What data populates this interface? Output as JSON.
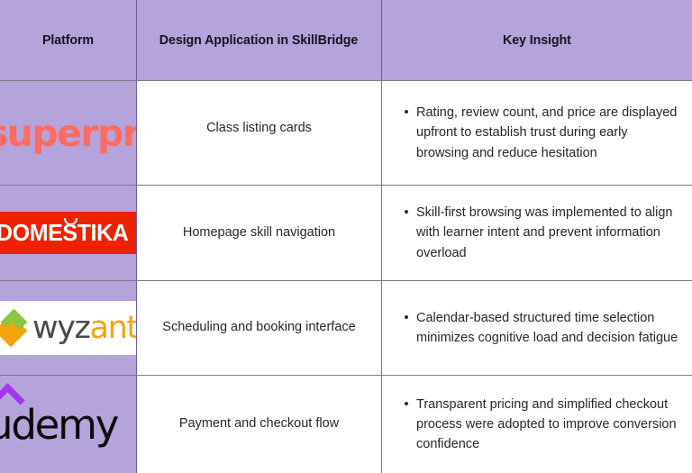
{
  "table": {
    "columns": [
      {
        "key": "platform",
        "label": "Platform"
      },
      {
        "key": "application",
        "label": "Design Application in SkillBridge"
      },
      {
        "key": "insight",
        "label": "Key Insight"
      }
    ],
    "rows": [
      {
        "platform_name": "superprof",
        "logo": "superprof-logo",
        "application": "Class listing cards",
        "insight": "Rating, review count, and price are displayed upfront to establish trust during early browsing and reduce hesitation"
      },
      {
        "platform_name": "DOMESTIKA",
        "logo": "domestika-logo",
        "application": "Homepage skill navigation",
        "insight": "Skill-first browsing was implemented to align with learner intent and prevent information overload"
      },
      {
        "platform_name": "wyzant",
        "logo": "wyzant-logo",
        "logo_text_part1": "wyz",
        "logo_text_part2": "ant",
        "application": "Scheduling and booking interface",
        "insight": "Calendar-based structured time selection minimizes cognitive load and decision fatigue"
      },
      {
        "platform_name": "udemy",
        "logo": "udemy-logo",
        "application": "Payment and checkout flow",
        "insight": "Transparent pricing and simplified checkout process were adopted to improve conversion confidence"
      }
    ]
  },
  "colors": {
    "header_background": "#b5a3dc",
    "platform_cell_background": "#b5a3dc",
    "body_background": "#ffffff",
    "text": "#27262c",
    "header_text": "#16141c",
    "grid_line": "#7a7a86",
    "superprof_brand": "#ff6b5e",
    "domestika_brand": "#ef2200",
    "wyzant_orange": "#f5a30b",
    "wyzant_green": "#8cc63e",
    "wyzant_dark": "#4a4a4a",
    "udemy_purple": "#a435f0",
    "udemy_black": "#0a0a0a"
  }
}
